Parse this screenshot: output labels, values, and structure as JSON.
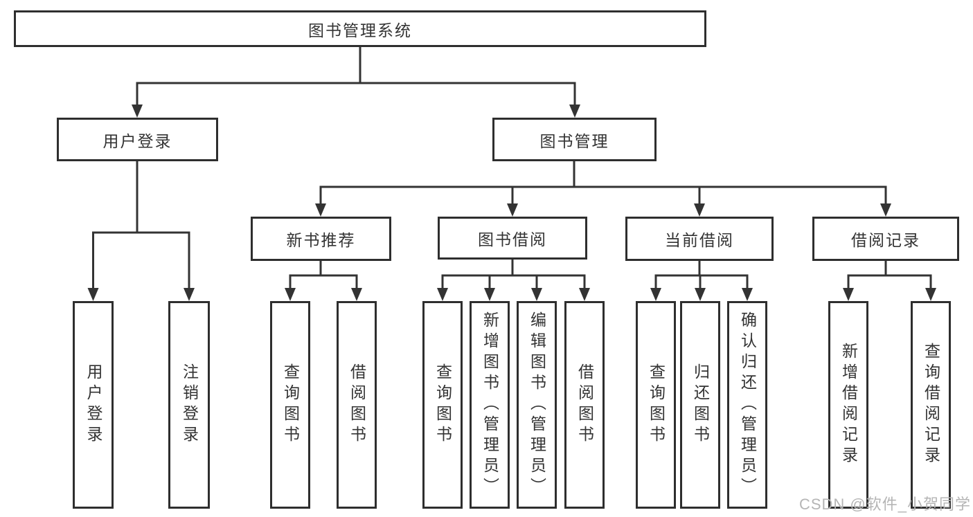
{
  "diagram": {
    "root": {
      "label": "图书管理系统"
    },
    "branches": [
      {
        "label": "用户登录",
        "children": [
          {
            "label": "用户登录"
          },
          {
            "label": "注销登录"
          }
        ]
      },
      {
        "label": "图书管理",
        "children": [
          {
            "label": "新书推荐",
            "children": [
              {
                "label": "查询图书"
              },
              {
                "label": "借阅图书"
              }
            ]
          },
          {
            "label": "图书借阅",
            "children": [
              {
                "label": "查询图书"
              },
              {
                "label": "新增图书（管理员）"
              },
              {
                "label": "编辑图书（管理员）"
              },
              {
                "label": "借阅图书"
              }
            ]
          },
          {
            "label": "当前借阅",
            "children": [
              {
                "label": "查询图书"
              },
              {
                "label": "归还图书"
              },
              {
                "label": "确认归还（管理员）"
              }
            ]
          },
          {
            "label": "借阅记录",
            "children": [
              {
                "label": "新增借阅记录"
              },
              {
                "label": "查询借阅记录"
              }
            ]
          }
        ]
      }
    ]
  },
  "watermark": {
    "text": "CSDN @软件_小贺同学"
  },
  "colors": {
    "line": "#333333",
    "box_border": "#2e2e2e",
    "text": "#333333",
    "background": "#ffffff",
    "watermark": "#b5b5b5"
  }
}
